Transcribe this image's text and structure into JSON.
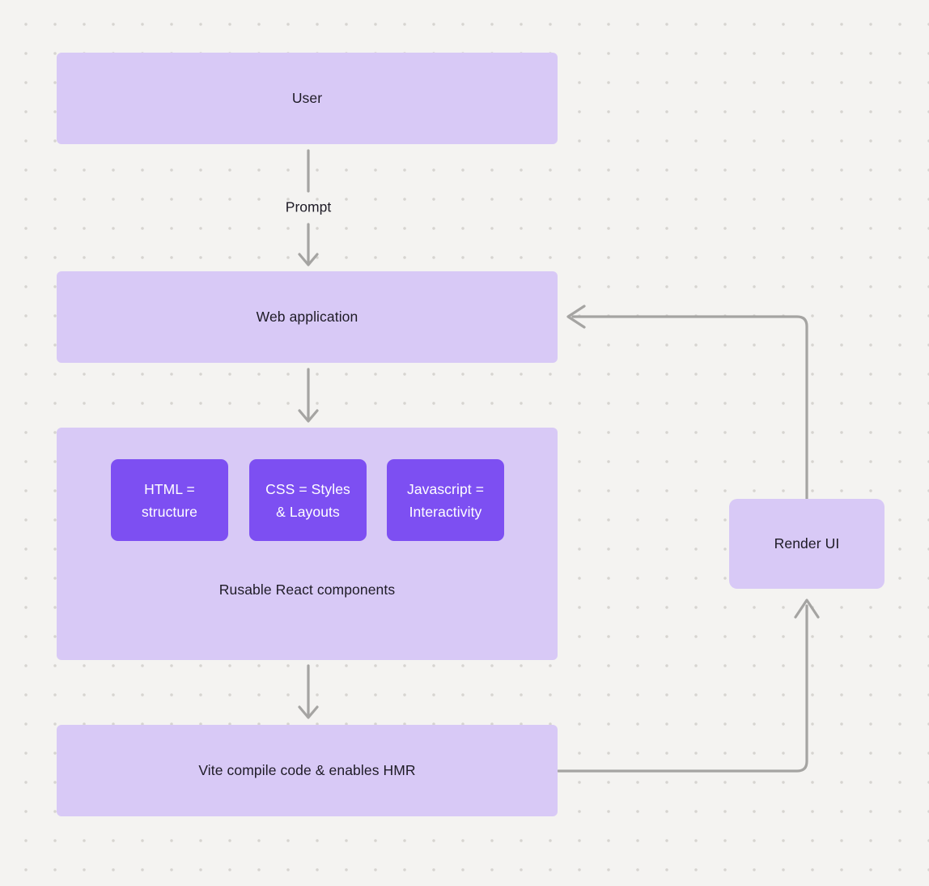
{
  "diagram": {
    "nodes": {
      "user": {
        "label": "User"
      },
      "web_application": {
        "label": "Web application"
      },
      "components_group": {
        "caption": "Rusable React components",
        "children": [
          {
            "label": "HTML = structure"
          },
          {
            "label": "CSS = Styles & Layouts"
          },
          {
            "label": "Javascript = Interactivity"
          }
        ]
      },
      "vite": {
        "label": "Vite compile code & enables HMR"
      },
      "render_ui": {
        "label": "Render UI"
      }
    },
    "edges": [
      {
        "from": "user",
        "to": "web_application",
        "label": "Prompt"
      },
      {
        "from": "web_application",
        "to": "components_group",
        "label": ""
      },
      {
        "from": "components_group",
        "to": "vite",
        "label": ""
      },
      {
        "from": "vite",
        "to": "render_ui",
        "label": ""
      },
      {
        "from": "render_ui",
        "to": "web_application",
        "label": ""
      }
    ],
    "colors": {
      "background": "#f4f3f1",
      "dot_grid": "#d6d4d0",
      "node_fill": "#d8c9f6",
      "node_text": "#1e1b26",
      "chip_fill": "#7d4ff2",
      "chip_text": "#ffffff",
      "connector": "#a5a4a2"
    }
  }
}
